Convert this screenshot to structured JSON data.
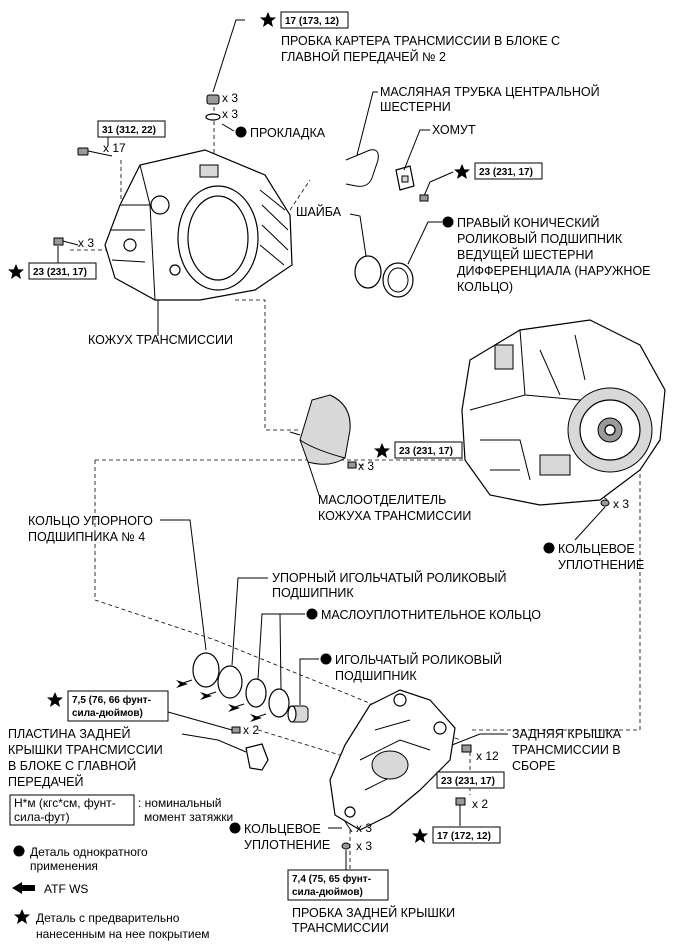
{
  "callouts": {
    "plug_top": {
      "torque": "17 (173, 12)",
      "label_line1": "ПРОБКА КАРТЕРА ТРАНСМИССИИ В БЛОКЕ С",
      "label_line2": "ГЛАВНОЙ ПЕРЕДАЧЕЙ № 2",
      "qty": "x 3"
    },
    "gasket": {
      "label": "ПРОКЛАДКА",
      "qty": "x 3"
    },
    "bolt_left": {
      "torque": "31 (312, 22)",
      "qty": "x 17"
    },
    "oil_pipe": {
      "line1": "МАСЛЯНАЯ ТРУБКА ЦЕНТРАЛЬНОЙ",
      "line2": "ШЕСТЕРНИ"
    },
    "clamp": {
      "label": "ХОМУТ",
      "torque": "23 (231, 17)"
    },
    "washer": {
      "label": "ШАЙБА"
    },
    "bearing_right": {
      "line1": "ПРАВЫЙ КОНИЧЕСКИЙ",
      "line2": "РОЛИКОВЫЙ ПОДШИПНИК",
      "line3": "ВЕДУЩЕЙ ШЕСТЕРНИ",
      "line4": "ДИФФЕРЕНЦИАЛА (НАРУЖНОЕ",
      "line5": "КОЛЬЦО)"
    },
    "bolt_lower_left": {
      "torque": "23 (231, 17)",
      "qty": "x 3"
    },
    "case": {
      "label": "КОЖУХ ТРАНСМИССИИ"
    },
    "separator": {
      "torque": "23 (231, 17)",
      "qty": "x 3",
      "line1": "МАСЛООТДЕЛИТЕЛЬ",
      "line2": "КОЖУХА ТРАНСМИССИИ"
    },
    "oring_right": {
      "qty": "x 3",
      "line1": "КОЛЬЦЕВОЕ",
      "line2": "УПЛОТНЕНИЕ"
    },
    "thrust_ring": {
      "line1": "КОЛЬЦО УПОРНОГО",
      "line2": "ПОДШИПНИКА № 4"
    },
    "thrust_bearing": {
      "line1": "УПОРНЫЙ ИГОЛЬЧАТЫЙ РОЛИКОВЫЙ",
      "line2": "ПОДШИПНИК"
    },
    "oil_seal": {
      "label": "МАСЛОУПЛОТНИТЕЛЬНОЕ КОЛЬЦО"
    },
    "needle_bearing": {
      "line1": "ИГОЛЬЧАТЫЙ РОЛИКОВЫЙ",
      "line2": "ПОДШИПНИК"
    },
    "plate": {
      "torque_line1": "7,5 (76, 66 фунт-",
      "torque_line2": "сила-дюймов)",
      "qty": "x 2",
      "line1": "ПЛАСТИНА ЗАДНЕЙ",
      "line2": "КРЫШКИ ТРАНСМИССИИ",
      "line3": "В БЛОКЕ С ГЛАВНОЙ",
      "line4": "ПЕРЕДАЧЕЙ"
    },
    "rear_cover": {
      "line1": "ЗАДНЯЯ КРЫШКА",
      "line2": "ТРАНСМИССИИ В",
      "line3": "СБОРЕ",
      "qty": "x 12",
      "torque": "23 (231, 17)"
    },
    "bolt_x2": {
      "qty": "x 2",
      "torque": "17 (172, 12)"
    },
    "oring_bottom": {
      "line1": "КОЛЬЦЕВОЕ",
      "line2": "УПЛОТНЕНИЕ",
      "qty1": "x 3",
      "qty2": "x 3"
    },
    "rear_plug": {
      "torque_line1": "7,4 (75, 65 фунт-",
      "torque_line2": "сила-дюймов)",
      "line1": "ПРОБКА ЗАДНЕЙ КРЫШКИ",
      "line2": "ТРАНСМИССИИ"
    }
  },
  "legend": {
    "torque_box_line1": "Н*м (кгс*см, фунт-",
    "torque_box_line2": "сила-фут)",
    "torque_desc_line1": ": номинальный",
    "torque_desc_line2": "момент затяжки",
    "nonreusable_line1": "Деталь однократного",
    "nonreusable_line2": "применения",
    "atf": "ATF WS",
    "precoated_line1": "Деталь с предварительно",
    "precoated_line2": "нанесенным на нее покрытием"
  },
  "icons": {
    "star": "star-icon",
    "dot": "non-reusable-dot-icon",
    "arrow": "atf-arrow-icon"
  },
  "colors": {
    "ink": "#000000",
    "paper": "#ffffff",
    "shade": "#d8d8d8"
  }
}
